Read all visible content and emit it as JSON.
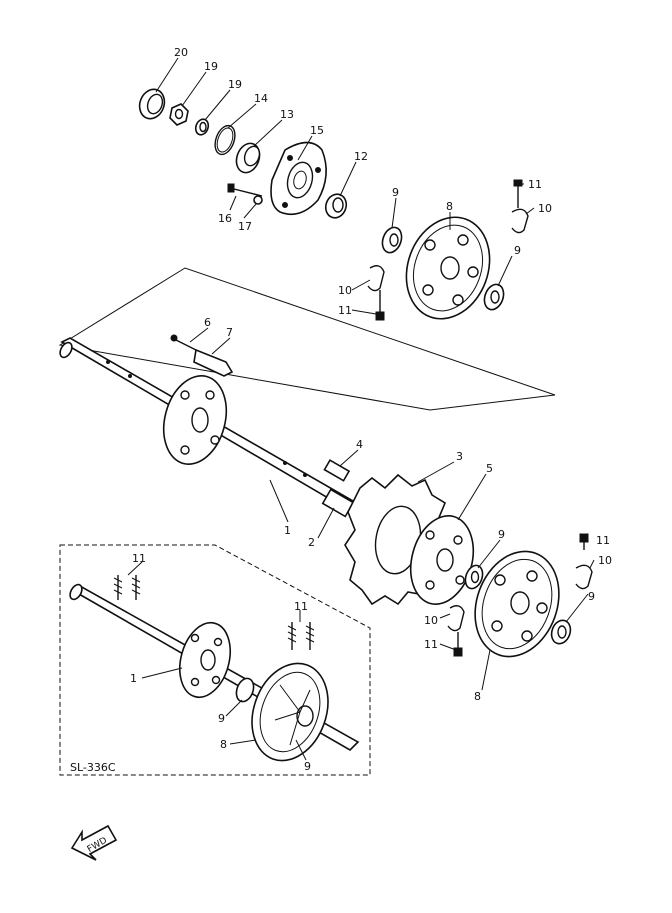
{
  "diagram": {
    "sub_assembly_code": "SL-336C",
    "fwd_label": "FWD",
    "callouts": [
      {
        "id": "c20",
        "text": "20"
      },
      {
        "id": "c19a",
        "text": "19"
      },
      {
        "id": "c19b",
        "text": "19"
      },
      {
        "id": "c14",
        "text": "14"
      },
      {
        "id": "c13",
        "text": "13"
      },
      {
        "id": "c15",
        "text": "15"
      },
      {
        "id": "c12",
        "text": "12"
      },
      {
        "id": "c16",
        "text": "16"
      },
      {
        "id": "c17",
        "text": "17"
      },
      {
        "id": "c9a",
        "text": "9"
      },
      {
        "id": "c8a",
        "text": "8"
      },
      {
        "id": "c11a",
        "text": "11"
      },
      {
        "id": "c10a",
        "text": "10"
      },
      {
        "id": "c9b",
        "text": "9"
      },
      {
        "id": "c10b",
        "text": "10"
      },
      {
        "id": "c11b",
        "text": "11"
      },
      {
        "id": "c6",
        "text": "6"
      },
      {
        "id": "c7",
        "text": "7"
      },
      {
        "id": "c4",
        "text": "4"
      },
      {
        "id": "c3",
        "text": "3"
      },
      {
        "id": "c5",
        "text": "5"
      },
      {
        "id": "c1a",
        "text": "1"
      },
      {
        "id": "c2",
        "text": "2"
      },
      {
        "id": "c9c",
        "text": "9"
      },
      {
        "id": "c11c",
        "text": "11"
      },
      {
        "id": "c10c",
        "text": "10"
      },
      {
        "id": "c9d",
        "text": "9"
      },
      {
        "id": "c10d",
        "text": "10"
      },
      {
        "id": "c11d",
        "text": "11"
      },
      {
        "id": "c8b",
        "text": "8"
      },
      {
        "id": "c11e",
        "text": "11"
      },
      {
        "id": "c11f",
        "text": "11"
      },
      {
        "id": "c1b",
        "text": "1"
      },
      {
        "id": "c9e",
        "text": "9"
      },
      {
        "id": "c8c",
        "text": "8"
      },
      {
        "id": "c9f",
        "text": "9"
      }
    ]
  }
}
